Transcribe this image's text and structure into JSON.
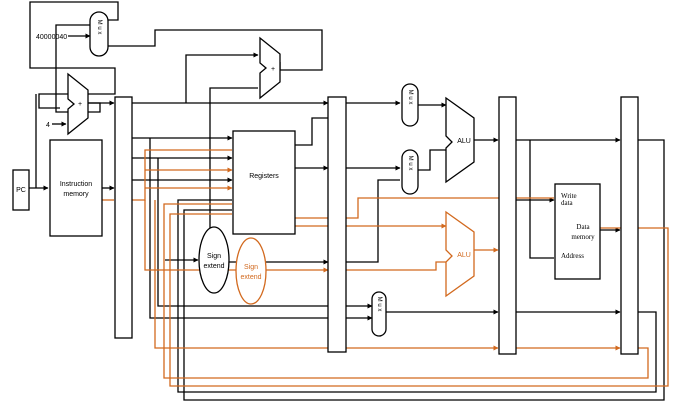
{
  "colors": {
    "black": "#000000",
    "orange": "#d2691e",
    "background": "#ffffff"
  },
  "labels": {
    "const_4": "4",
    "exc_addr": "40000040",
    "mux_top": "M u x",
    "add_top": "+",
    "add_branch": "+",
    "pc": "PC",
    "instr_mem_1": "Instruction",
    "instr_mem_2": "memory",
    "registers": "Registers",
    "sign_ext_1": "Sign",
    "sign_ext_2": "extend",
    "sign_ext2_1": "Sign",
    "sign_ext2_2": "extend",
    "mux_alu_a": "M u x",
    "mux_alu_b": "M u x",
    "mux_dest": "M u x",
    "alu": "ALU",
    "alu2": "ALU",
    "write_data_1": "Write",
    "write_data_2": "data",
    "data_mem_1": "Data",
    "data_mem_2": "memory",
    "address": "Address"
  }
}
